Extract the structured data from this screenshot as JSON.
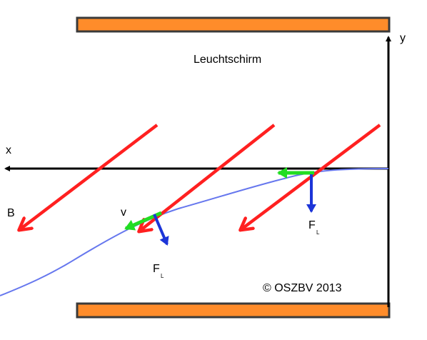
{
  "labels": {
    "screen": "Leuchtschirm",
    "axis_x": "x",
    "axis_y": "y",
    "field": "B",
    "velocity": "v",
    "force_1_main": "F",
    "force_1_sub": "L",
    "force_2_main": "F",
    "force_2_sub": "L",
    "copyright": "© OSZBV 2013"
  },
  "colors": {
    "plate_fill": "#ff8c2a",
    "plate_border": "#3a3a3a",
    "field_arrow": "#ff2020",
    "velocity_arrow": "#22dd22",
    "force_arrow": "#1c35d8",
    "beam": "#6677ee",
    "axis": "#000000"
  },
  "icons": {
    "field": "red-arrow-icon",
    "velocity": "green-arrow-icon",
    "force": "blue-arrow-icon"
  }
}
